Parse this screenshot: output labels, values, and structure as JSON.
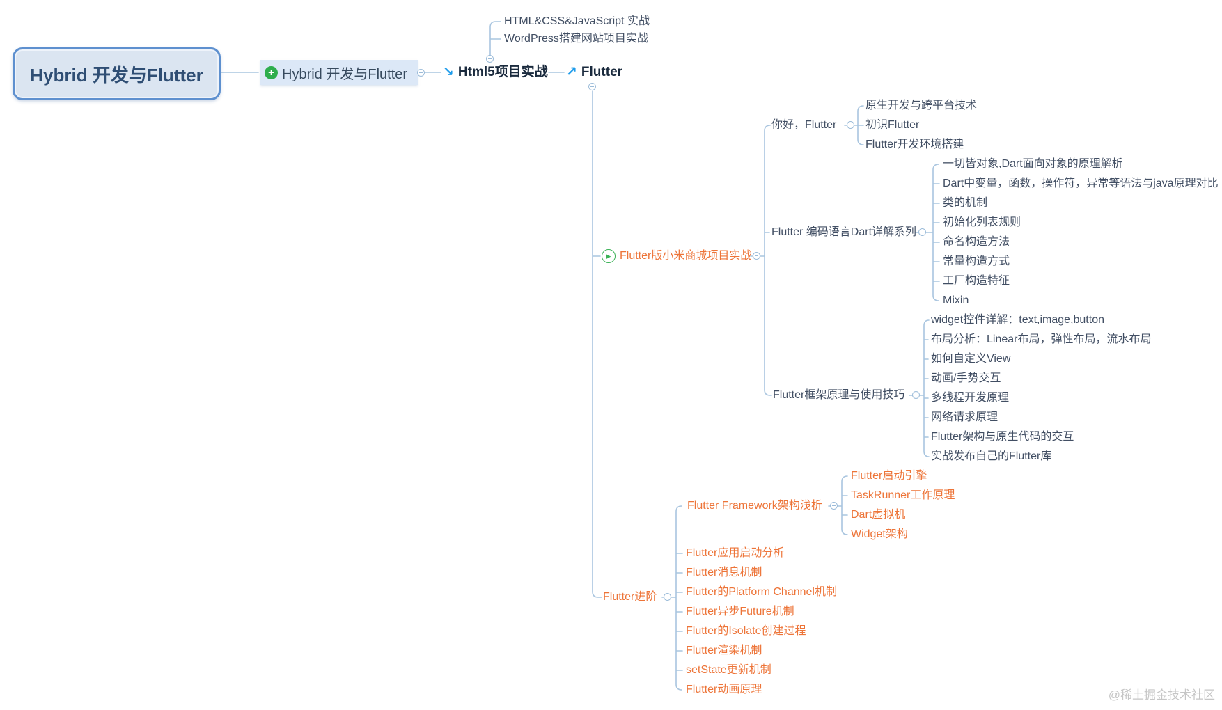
{
  "colors": {
    "line": "#a9c5df",
    "orange_text": "#ed7438",
    "dark_text": "#414e63",
    "header_text": "#1a2a3d",
    "root_bg": "#dbe5f1",
    "root_border": "#5e90cf",
    "node_bg": "#dce8f7",
    "green_icon": "#2eae4d",
    "blue_icon": "#1e9ceb"
  },
  "icons": {
    "plus": "+",
    "play": "▶",
    "arrow_down_right": "↘",
    "arrow_up_right": "↗"
  },
  "watermark": "@稀土掘金技术社区",
  "root": {
    "label": "Hybrid 开发与Flutter"
  },
  "hybrid": {
    "label": "Hybrid 开发与Flutter"
  },
  "html5": {
    "label": "Html5项目实战",
    "children": [
      "HTML&CSS&JavaScript 实战",
      "WordPress搭建网站项目实战"
    ]
  },
  "flutter": {
    "label": "Flutter"
  },
  "xiaomi": {
    "label": "Flutter版小米商城项目实战"
  },
  "hello": {
    "label": "你好，Flutter",
    "children": [
      "原生开发与跨平台技术",
      "初识Flutter",
      "Flutter开发环境搭建"
    ]
  },
  "dart": {
    "label": "Flutter 编码语言Dart详解系列",
    "children": [
      "一切皆对象,Dart面向对象的原理解析",
      "Dart中变量，函数，操作符，异常等语法与java原理对比",
      "类的机制",
      "初始化列表规则",
      "命名构造方法",
      "常量构造方式",
      "工厂构造特征",
      "Mixin"
    ]
  },
  "usage": {
    "label": "Flutter框架原理与使用技巧",
    "children": [
      "widget控件详解：text,image,button",
      "布局分析：Linear布局，弹性布局，流水布局",
      "如何自定义View",
      "动画/手势交互",
      "多线程开发原理",
      "网络请求原理",
      "Flutter架构与原生代码的交互",
      "实战发布自己的Flutter库"
    ]
  },
  "advanced": {
    "label": "Flutter进阶",
    "items": [
      "Flutter应用启动分析",
      "Flutter消息机制",
      "Flutter的Platform Channel机制",
      "Flutter异步Future机制",
      "Flutter的Isolate创建过程",
      "Flutter渲染机制",
      "setState更新机制",
      "Flutter动画原理"
    ]
  },
  "framework": {
    "label": "Flutter Framework架构浅析",
    "children": [
      "Flutter启动引擎",
      "TaskRunner工作原理",
      "Dart虚拟机",
      "Widget架构"
    ]
  }
}
